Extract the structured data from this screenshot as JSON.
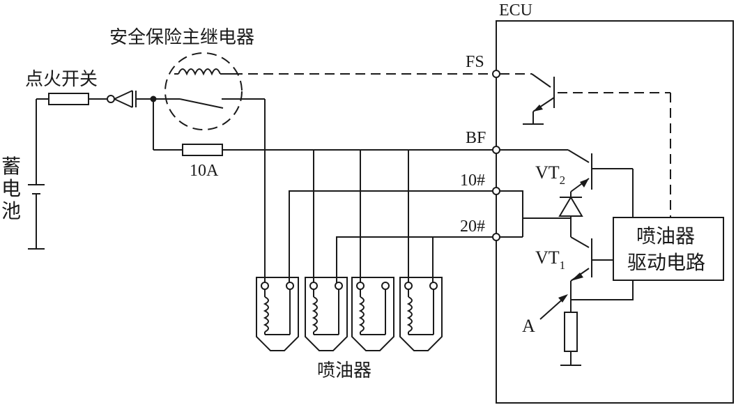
{
  "labels": {
    "ecu": "ECU",
    "relay": "安全保险主继电器",
    "ignition_switch": "点火开关",
    "battery": "蓄电池",
    "fuse": "10A",
    "fs": "FS",
    "bf": "BF",
    "terminal_10": "10#",
    "terminal_20": "20#",
    "vt2": "VT",
    "vt2_sub": "2",
    "vt1": "VT",
    "vt1_sub": "1",
    "driver_line1": "喷油器",
    "driver_line2": "驱动电路",
    "point_a": "A",
    "injectors": "喷油器"
  }
}
